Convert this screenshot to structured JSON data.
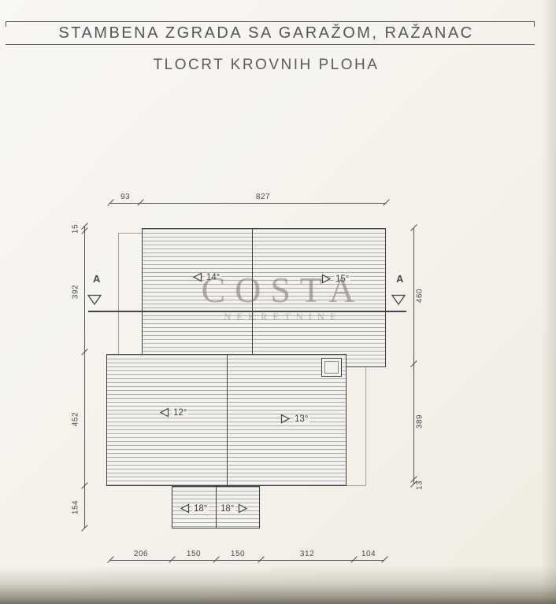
{
  "header": {
    "title": "STAMBENA ZGRADA SA GARAŽOM, RAŽANAC",
    "subtitle": "TLOCRT KROVNIH PLOHA"
  },
  "watermark": {
    "line1": "COSTA",
    "line2": "NEKRETNINE"
  },
  "section_markers": {
    "left": "A",
    "right": "A"
  },
  "roof_slopes": {
    "upper_left": "14°",
    "upper_right": "15°",
    "main_left": "12°",
    "main_right": "13°",
    "porch_left": "18°",
    "porch_right": "18°"
  },
  "dimensions": {
    "top": [
      "93",
      "827"
    ],
    "left": [
      "15",
      "392",
      "452",
      "154"
    ],
    "right": [
      "460",
      "389",
      "13"
    ],
    "bottom": [
      "206",
      "150",
      "150",
      "312",
      "104"
    ]
  },
  "colors": {
    "paper": "#f5f2ec",
    "drawing_line": "#3e3e44",
    "dimension_text": "#46464b",
    "watermark": "#7a756d"
  }
}
